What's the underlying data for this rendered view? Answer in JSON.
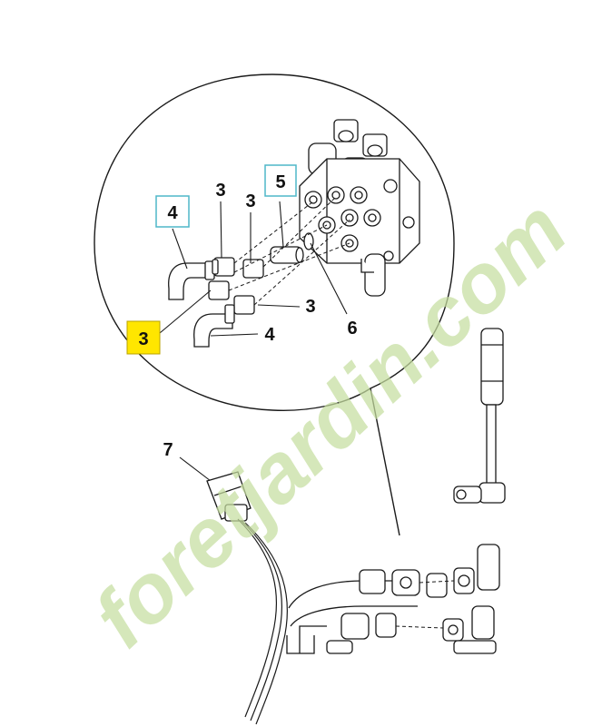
{
  "watermark": {
    "text": "foretjardin.com",
    "color": "#c6dea0"
  },
  "callouts": {
    "c3_upper_left": "3",
    "c3_upper_right": "3",
    "c3_lower_right": "3",
    "c3_highlighted": "3",
    "c4_boxed": "4",
    "c4_lower": "4",
    "c5_boxed": "5",
    "c6": "6",
    "c7": "7"
  },
  "colors": {
    "highlight": "#ffe600",
    "box_outline": "#4fb7c9",
    "line": "#1a1a1a"
  }
}
